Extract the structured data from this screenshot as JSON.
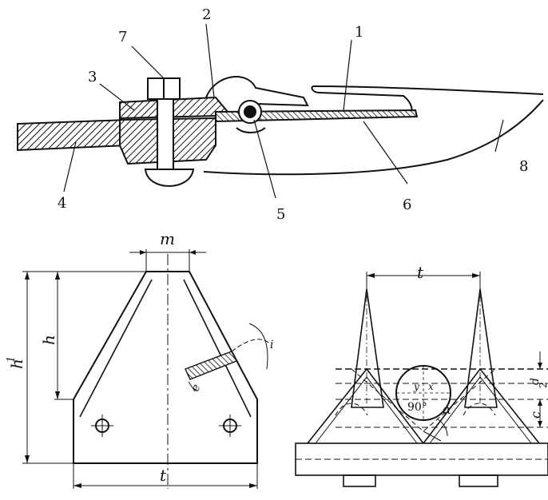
{
  "figure": {
    "top_labels": [
      "1",
      "2",
      "3",
      "4",
      "5",
      "6",
      "7",
      "8"
    ],
    "section_dims": {
      "m": "m",
      "h": "h",
      "h1": "h",
      "h1_sub": "1",
      "t": "t",
      "e": "e",
      "i": "i"
    },
    "guard_dims": {
      "t": "t",
      "d": "d",
      "d_den": "2",
      "c": "c",
      "alpha": "α",
      "circle_text": "90°",
      "circle_x": "x",
      "circle_y": "y"
    }
  }
}
